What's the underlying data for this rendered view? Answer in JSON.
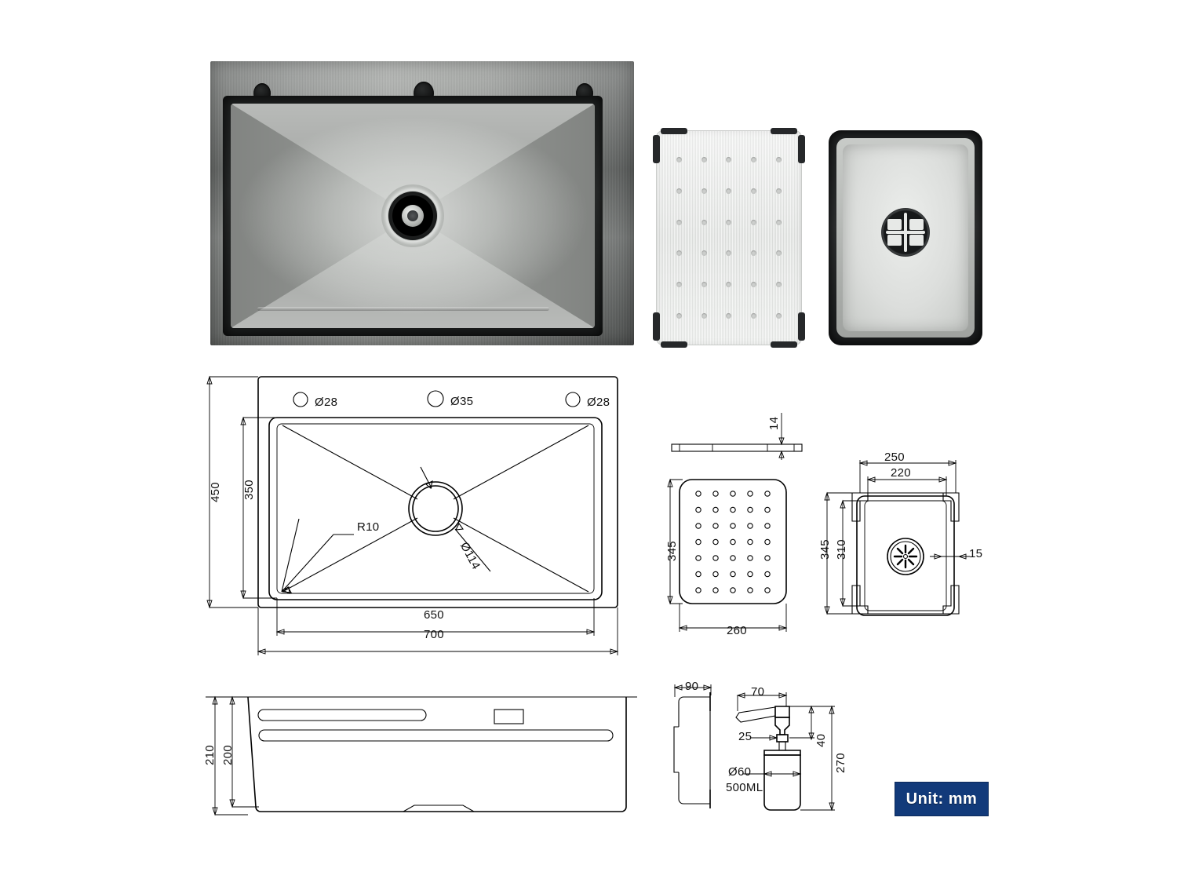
{
  "sheet": {
    "unit_badge": "Unit: mm",
    "background": "#ffffff",
    "line_color": "#000000",
    "badge_color": "#123a7a"
  },
  "photos": {
    "sink": {
      "name": "stainless-steel-kitchen-sink",
      "tap_holes": 3
    },
    "drainer_board": {
      "name": "perforated-drainer-board",
      "hole_rows": 6,
      "hole_cols": 5
    },
    "colander_basket": {
      "name": "colander-basket-with-strainer"
    }
  },
  "drawings": {
    "sink_top": {
      "title": "sink-top-view",
      "hole_labels": [
        "Ø28",
        "Ø35",
        "Ø28"
      ],
      "height_outer": "450",
      "height_bowl": "350",
      "width_bowl": "650",
      "width_outer": "700",
      "corner_radius": "R10",
      "drain_diameter": "Ø114"
    },
    "board_side": {
      "title": "drainer-board-side-view",
      "thickness": "14"
    },
    "board_plan": {
      "title": "drainer-board-plan-view",
      "height": "345",
      "width": "260",
      "hole_rows": 7,
      "hole_cols": 5
    },
    "colander_plan": {
      "title": "colander-plan-view",
      "width_outer": "250",
      "width_inner": "220",
      "height_outer": "345",
      "height_inner": "310",
      "wall_callout": "15"
    },
    "sink_front": {
      "title": "sink-front-elevation",
      "height_outer": "210",
      "height_bowl": "200"
    },
    "sink_profile": {
      "title": "sink-side-profile",
      "depth": "90"
    },
    "soap_dispenser": {
      "title": "soap-dispenser-elevation",
      "spout_length": "70",
      "collar": "25",
      "neck_height": "40",
      "total_height": "270",
      "bottle_diameter": "Ø60",
      "capacity": "500ML"
    }
  }
}
